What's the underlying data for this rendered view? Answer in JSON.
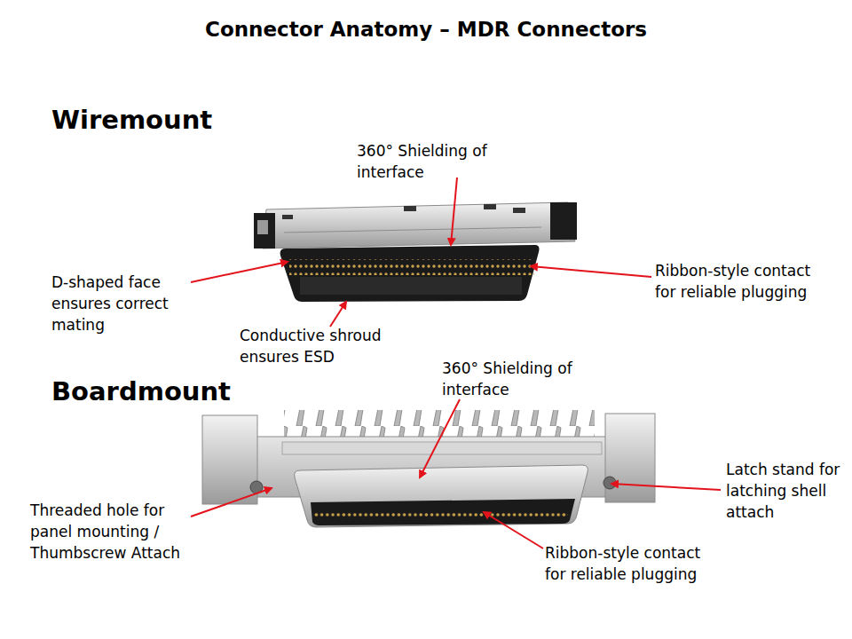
{
  "diagram": {
    "title": "Connector Anatomy – MDR Connectors",
    "labels": [
      "Wiremount",
      "360° Shielding of interface",
      "D-shaped face ensures correct mating",
      "Ribbon-style contact for reliable plugging",
      "Conductive shroud ensures ESD",
      "Boardmount",
      "360° Shielding of interface",
      "Latch stand for latching shell attach",
      "Threaded hole for panel mounting / Thumbscrew Attach",
      "Ribbon-style contact for reliable plugging"
    ]
  }
}
